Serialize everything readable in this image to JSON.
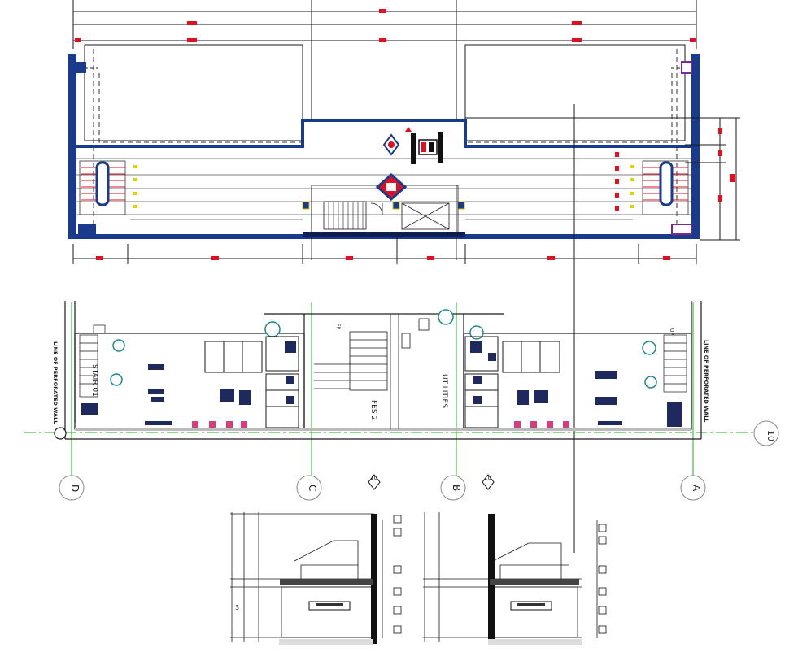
{
  "labels": {
    "stair_label": "STAIR 01",
    "fes_label": "FES 2",
    "utilities_label": "UTILITIES",
    "perforated_wall_left": "LINE OF PERFORATED WALL",
    "perforated_wall_right": "LINE OF PERFORATED WALL",
    "fp_label": "FP",
    "up_label": "UP"
  },
  "grid_markers": {
    "d": "D",
    "c": "C",
    "b": "B",
    "a": "A",
    "ten": "10",
    "ten_section_left": "10",
    "ten_section_right": "10"
  },
  "section_left": {
    "dimension": "3"
  },
  "colors": {
    "wall_blue": "#1a3a8c",
    "dim_red": "#e01020",
    "grid_green": "#1db31d",
    "line_dark": "#1a1a1a",
    "furniture_navy": "#1e2a5e",
    "fixture_teal": "#1a8a8a",
    "toilet_magenta": "#d0407a"
  }
}
